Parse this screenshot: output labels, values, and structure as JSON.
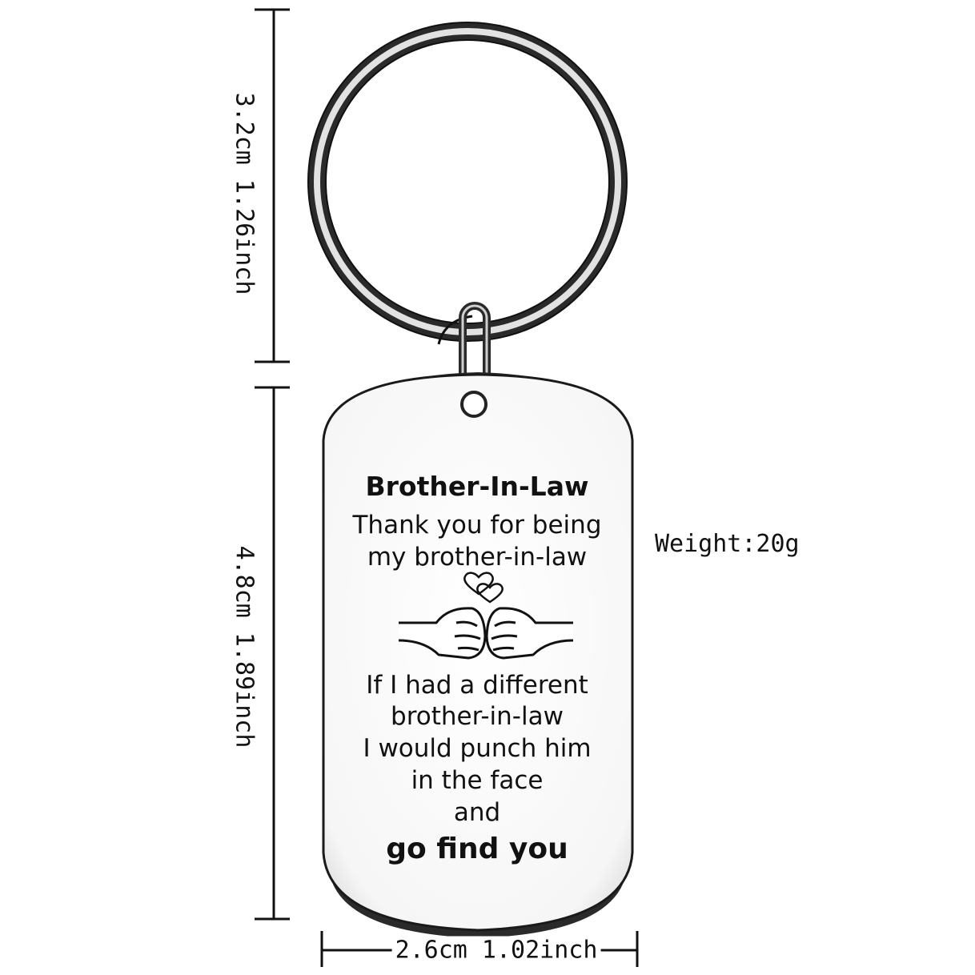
{
  "dimensions": {
    "ring_height": "3.2cm 1.26inch",
    "tag_height": "4.8cm 1.89inch",
    "tag_width": "2.6cm 1.02inch"
  },
  "weight": "Weight:20g",
  "engraving": {
    "title": "Brother-In-Law",
    "line1": "Thank you for being",
    "line2": "my brother-in-law",
    "line3": "If I had a different",
    "line4": "brother-in-law",
    "line5": "I would punch him",
    "line6": "in the face",
    "line7": "and",
    "line8": "go find you"
  },
  "colors": {
    "metal_light": "#f4f4f4",
    "metal_dark": "#2a2a2a",
    "ink": "#111111"
  },
  "icons": [
    "heart-icon",
    "fist-bump-icon"
  ]
}
